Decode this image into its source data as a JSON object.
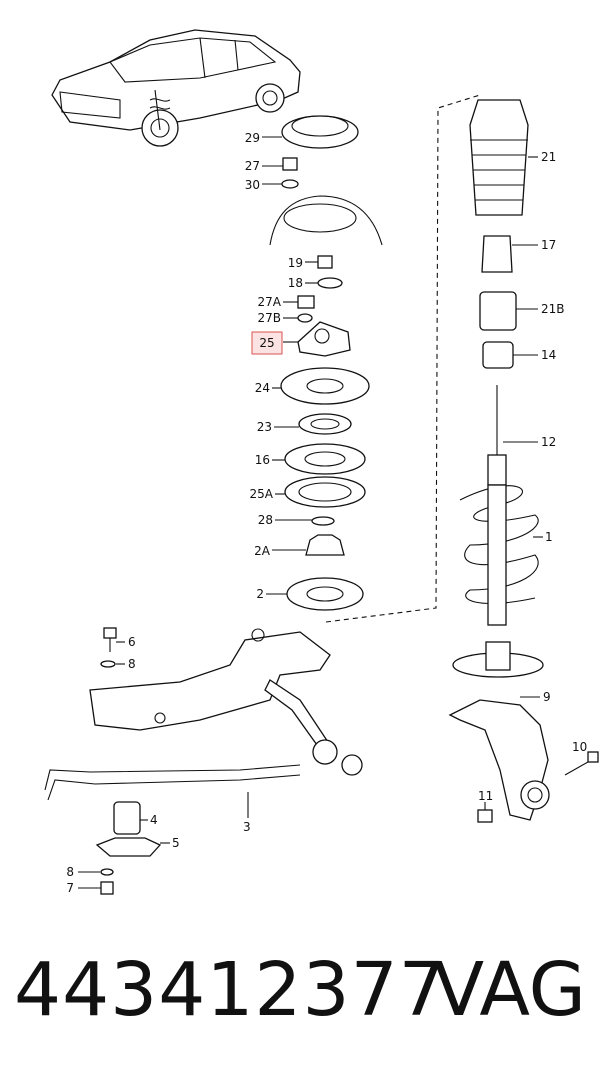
{
  "diagram": {
    "callouts": [
      {
        "id": "c29",
        "label": "29"
      },
      {
        "id": "c27",
        "label": "27"
      },
      {
        "id": "c30",
        "label": "30"
      },
      {
        "id": "c19",
        "label": "19"
      },
      {
        "id": "c18",
        "label": "18"
      },
      {
        "id": "c27A",
        "label": "27A"
      },
      {
        "id": "c27B",
        "label": "27B"
      },
      {
        "id": "c25",
        "label": "25",
        "highlighted": true
      },
      {
        "id": "c24",
        "label": "24"
      },
      {
        "id": "c23",
        "label": "23"
      },
      {
        "id": "c16",
        "label": "16"
      },
      {
        "id": "c25A",
        "label": "25A"
      },
      {
        "id": "c28",
        "label": "28"
      },
      {
        "id": "c2A",
        "label": "2A"
      },
      {
        "id": "c2",
        "label": "2"
      },
      {
        "id": "c21",
        "label": "21"
      },
      {
        "id": "c17",
        "label": "17"
      },
      {
        "id": "c21B",
        "label": "21B"
      },
      {
        "id": "c14",
        "label": "14"
      },
      {
        "id": "c12",
        "label": "12"
      },
      {
        "id": "c1",
        "label": "1"
      },
      {
        "id": "c9",
        "label": "9"
      },
      {
        "id": "c10",
        "label": "10"
      },
      {
        "id": "c11",
        "label": "11"
      },
      {
        "id": "c6",
        "label": "6"
      },
      {
        "id": "c8a",
        "label": "8"
      },
      {
        "id": "c3",
        "label": "3"
      },
      {
        "id": "c4",
        "label": "4"
      },
      {
        "id": "c5",
        "label": "5"
      },
      {
        "id": "c8b",
        "label": "8"
      },
      {
        "id": "c7",
        "label": "7"
      }
    ],
    "highlight_color": "#d9534f"
  },
  "footer": {
    "part_number": "443412377",
    "brand": "VAG"
  }
}
